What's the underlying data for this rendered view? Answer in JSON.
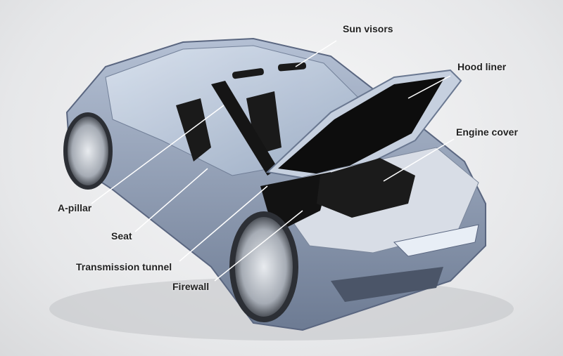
{
  "diagram": {
    "labels": {
      "sun_visors": "Sun visors",
      "hood_liner": "Hood liner",
      "engine_cover": "Engine cover",
      "a_pillar": "A-pillar",
      "seat": "Seat",
      "transmission_tunnel": "Transmission tunnel",
      "firewall": "Firewall"
    },
    "colors": {
      "body": "#8e9cb4",
      "insulation": "#111111",
      "leader": "#ffffff"
    }
  }
}
